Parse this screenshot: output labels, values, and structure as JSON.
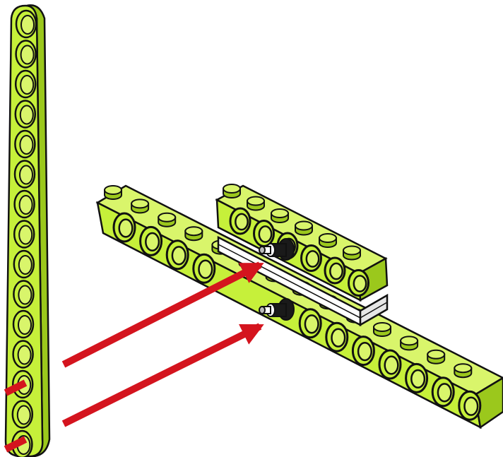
{
  "colors": {
    "lime": "#c6f03a",
    "lime_dark": "#9bc81c",
    "outline": "#111111",
    "arrow": "#d4141e",
    "plate": "#ffffff",
    "pin_black": "#1a1a1a",
    "pin_gray": "#bdbdbd",
    "background": "#ffffff"
  },
  "parts": {
    "vertical_beam": {
      "kind": "liftarm",
      "holes": 15
    },
    "long_brick": {
      "kind": "technic-brick",
      "holes": 14
    },
    "short_brick": {
      "kind": "technic-brick",
      "holes": 6
    },
    "plates": {
      "kind": "thin-plate",
      "count": 2
    },
    "pins": {
      "kind": "connector-pin",
      "count": 2,
      "icon": "pin-icon"
    },
    "arrows": {
      "count": 2,
      "icon": "arrow-right-icon"
    }
  }
}
